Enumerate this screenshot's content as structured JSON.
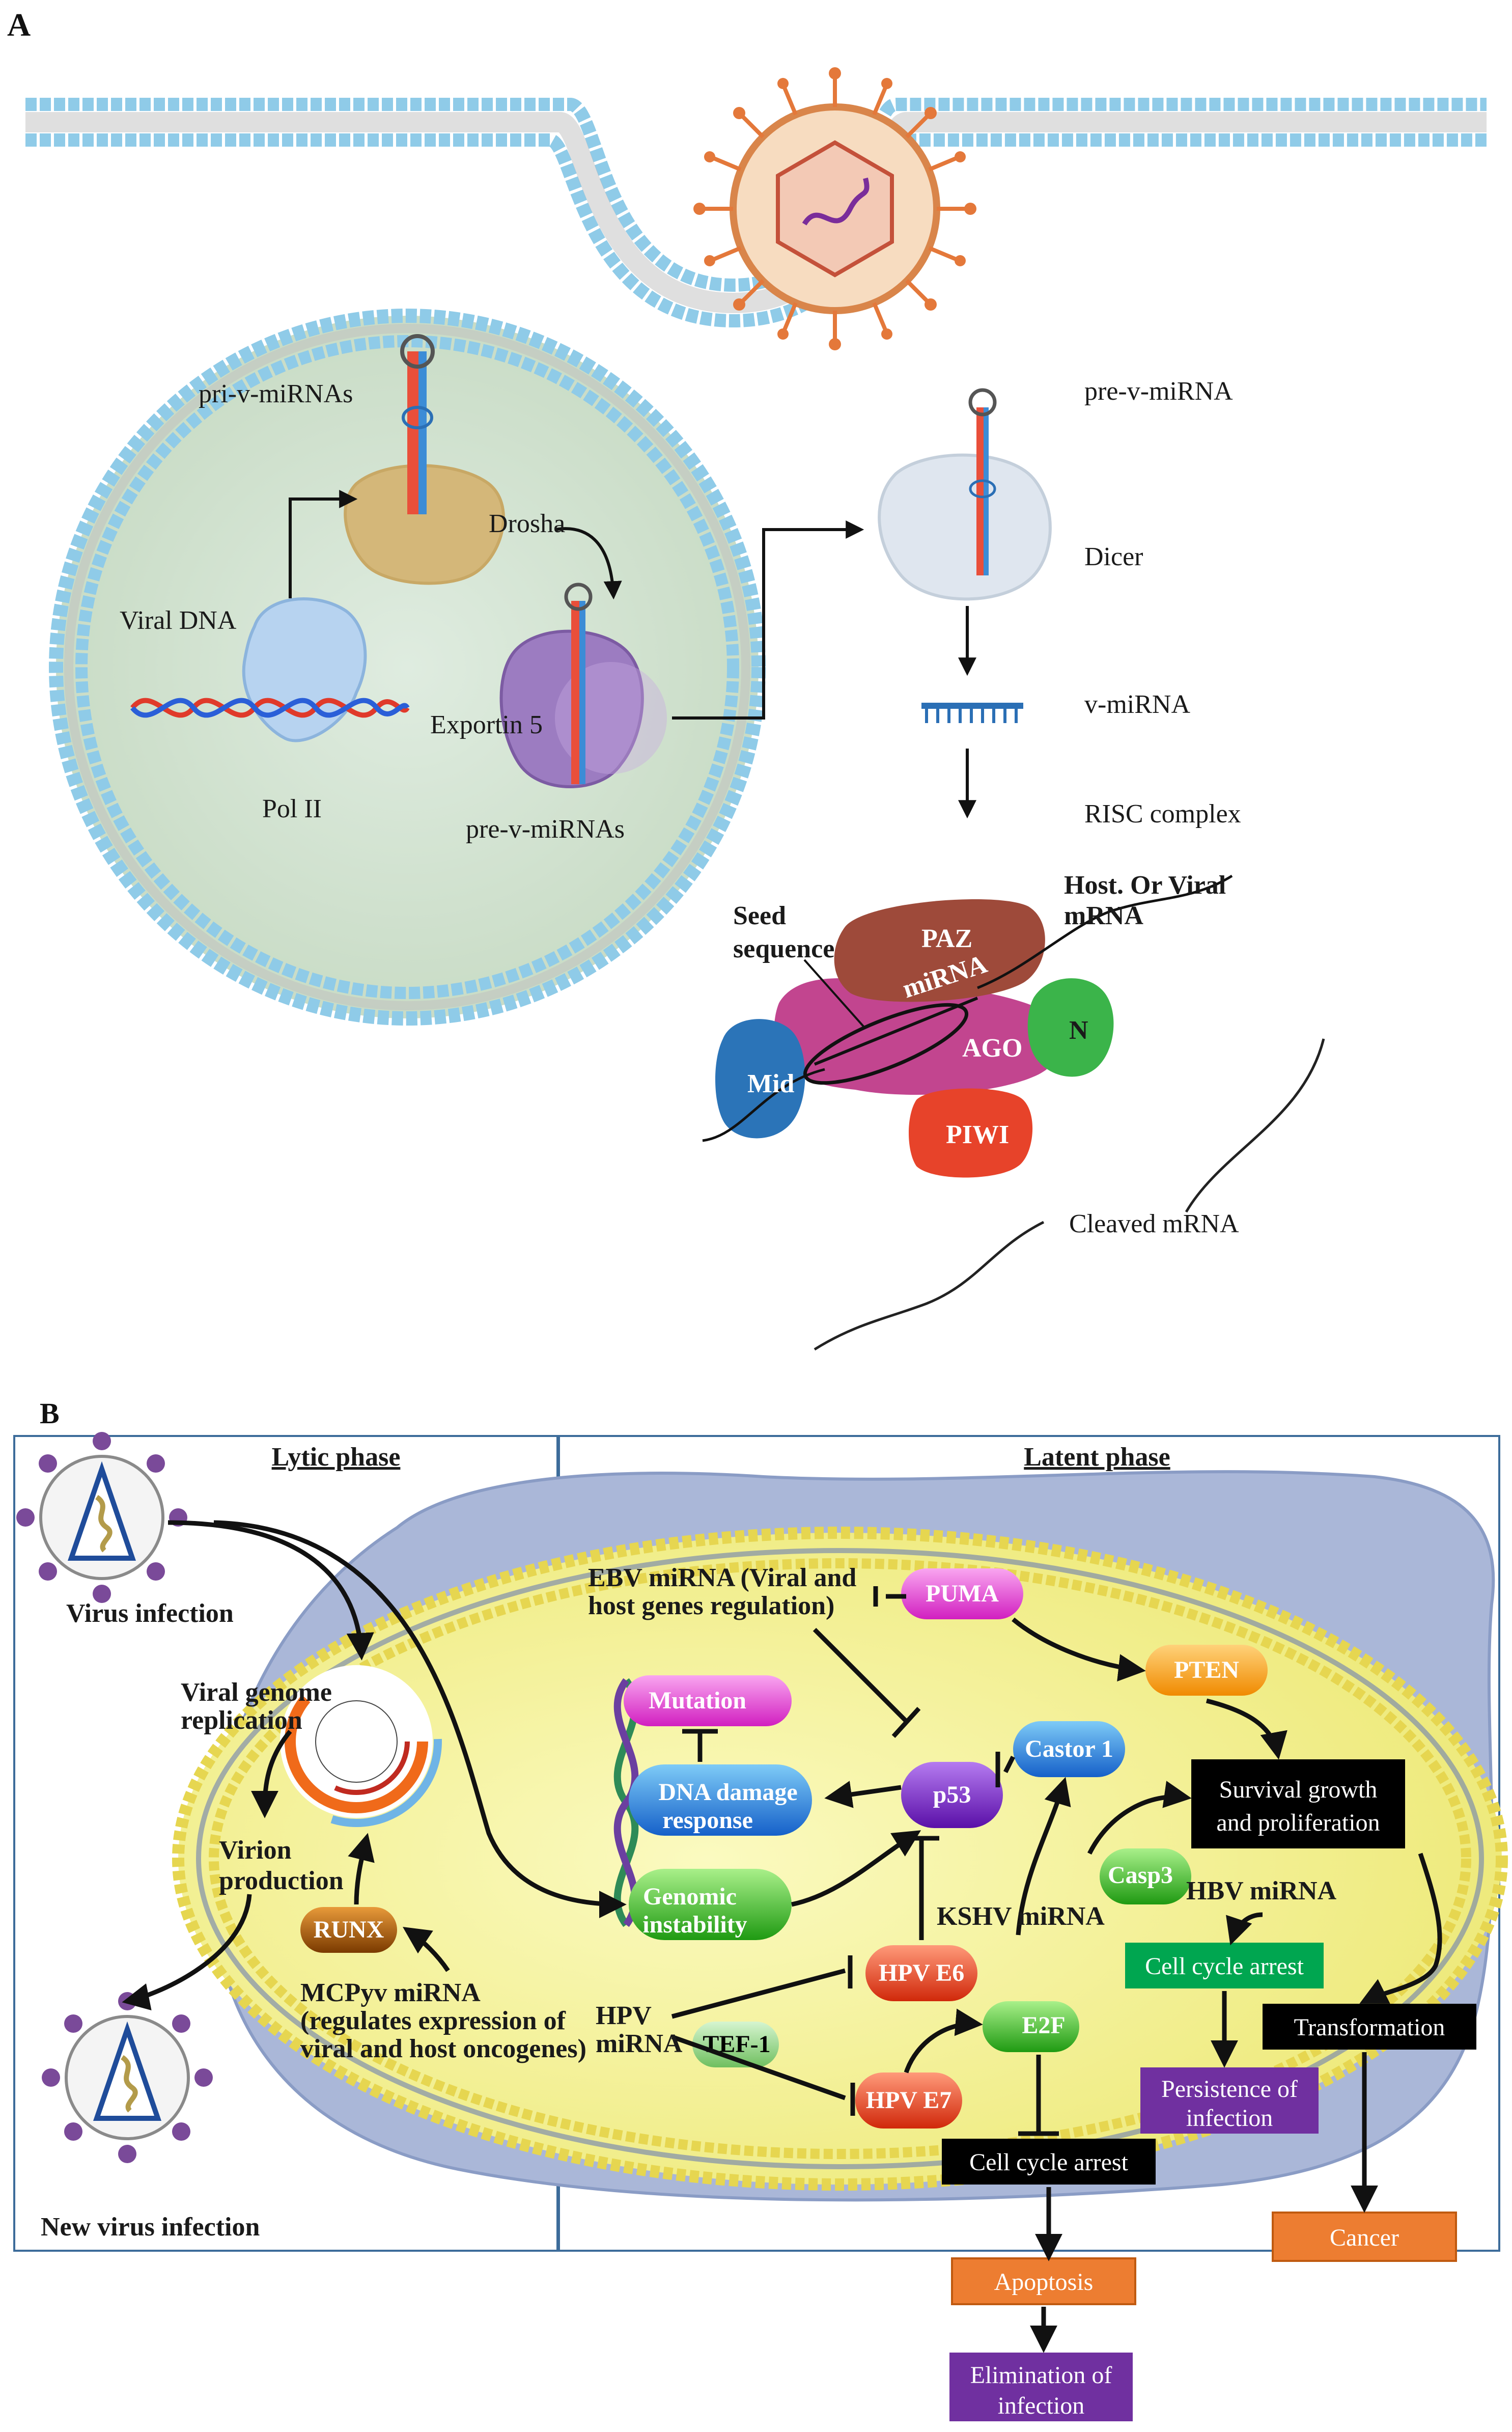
{
  "panel_a": {
    "letter": "A",
    "pri_v_mirnas": "pri-v-miRNAs",
    "drosha": "Drosha",
    "viral_dna": "Viral DNA",
    "exportin5": "Exportin 5",
    "pol2": "Pol II",
    "pre_v_mirnas": "pre-v-miRNAs",
    "pre_v_mirna": "pre-v-miRNA",
    "dicer": "Dicer",
    "v_mirna": "v-miRNA",
    "risc_complex": "RISC complex",
    "host_or_viral": "Host.  Or Viral",
    "mrna": "mRNA",
    "seed": "Seed",
    "sequence": "sequence",
    "paz": "PAZ",
    "mirna": "miRNA",
    "ago": "AGO",
    "n": "N",
    "mid": "Mid",
    "piwi": "PIWI",
    "cleaved_mrna": "Cleaved mRNA"
  },
  "panel_b": {
    "letter": "B",
    "lytic_phase": "Lytic phase",
    "latent_phase": "Latent phase",
    "virus_infection": "Virus infection",
    "viral_genome": "Viral genome",
    "replication": "replication",
    "virion": "Virion",
    "production": "production",
    "runx": "RUNX",
    "mcpyv_line1": "MCPyv miRNA",
    "mcpyv_line2": "(regulates  expression of",
    "mcpyv_line3": "viral and host oncogenes)",
    "new_virus_infection": "New virus infection",
    "ebv_line1": "EBV miRNA (Viral and",
    "ebv_line2": "host genes regulation)",
    "puma": "PUMA",
    "pten": "PTEN",
    "mutation": "Mutation",
    "dna_damage_1": "DNA damage",
    "dna_damage_2": "response",
    "p53": "p53",
    "castor1": "Castor 1",
    "genomic_1": "Genomic",
    "genomic_2": "instability",
    "survival_1": "Survival growth",
    "survival_2": "and proliferation",
    "casp3": "Casp3",
    "hbv_mirna": "HBV miRNA",
    "kshv_mirna": "KSHV miRNA",
    "hpv_e6": "HPV E6",
    "hpv_e7": "HPV E7",
    "e2f": "E2F",
    "tef1": "TEF-1",
    "hpv": "HPV",
    "mirna_word": "miRNA",
    "cell_cycle_arrest_green": "Cell cycle arrest",
    "transformation": "Transformation",
    "persistence_1": "Persistence of",
    "persistence_2": "infection",
    "cell_cycle_arrest_black": "Cell cycle arrest",
    "cancer": "Cancer",
    "apoptosis": "Apoptosis",
    "elimination_1": "Elimination of",
    "elimination_2": "infection"
  },
  "colors": {
    "cell_green": "#d7e6d2",
    "membrane_blue": "#7fc3e4",
    "cytoplasm_yellow": "#f6f4a6",
    "purple_box": "#7030a0",
    "orange_box": "#ed7d31",
    "green_box": "#00a650",
    "black_box": "#000000"
  }
}
